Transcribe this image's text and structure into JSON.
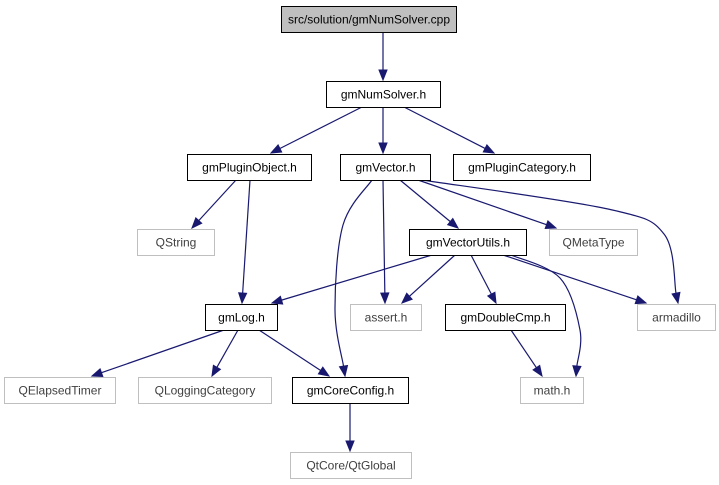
{
  "graph": {
    "colors": {
      "edge": "#191970",
      "root_fill": "#bfbfbf",
      "node_border": "#000000",
      "external_border": "#bfbfbf",
      "external_text": "#404040",
      "text": "#000000"
    },
    "nodes": [
      {
        "id": "root",
        "label": "src/solution/gmNumSolver.cpp",
        "kind": "root"
      },
      {
        "id": "gmNumSolver",
        "label": "gmNumSolver.h",
        "kind": "header"
      },
      {
        "id": "gmPluginObject",
        "label": "gmPluginObject.h",
        "kind": "header"
      },
      {
        "id": "gmVector",
        "label": "gmVector.h",
        "kind": "header"
      },
      {
        "id": "gmPluginCategory",
        "label": "gmPluginCategory.h",
        "kind": "header"
      },
      {
        "id": "QString",
        "label": "QString",
        "kind": "external"
      },
      {
        "id": "gmVectorUtils",
        "label": "gmVectorUtils.h",
        "kind": "header"
      },
      {
        "id": "QMetaType",
        "label": "QMetaType",
        "kind": "external"
      },
      {
        "id": "gmLog",
        "label": "gmLog.h",
        "kind": "header"
      },
      {
        "id": "assert",
        "label": "assert.h",
        "kind": "external"
      },
      {
        "id": "gmDoubleCmp",
        "label": "gmDoubleCmp.h",
        "kind": "header"
      },
      {
        "id": "armadillo",
        "label": "armadillo",
        "kind": "external"
      },
      {
        "id": "QElapsedTimer",
        "label": "QElapsedTimer",
        "kind": "external"
      },
      {
        "id": "QLoggingCategory",
        "label": "QLoggingCategory",
        "kind": "external"
      },
      {
        "id": "gmCoreConfig",
        "label": "gmCoreConfig.h",
        "kind": "header"
      },
      {
        "id": "math",
        "label": "math.h",
        "kind": "external"
      },
      {
        "id": "QtGlobal",
        "label": "QtCore/QtGlobal",
        "kind": "external"
      }
    ],
    "edges": [
      {
        "from": "root",
        "to": "gmNumSolver"
      },
      {
        "from": "gmNumSolver",
        "to": "gmPluginObject"
      },
      {
        "from": "gmNumSolver",
        "to": "gmVector"
      },
      {
        "from": "gmNumSolver",
        "to": "gmPluginCategory"
      },
      {
        "from": "gmPluginObject",
        "to": "QString"
      },
      {
        "from": "gmPluginObject",
        "to": "gmLog"
      },
      {
        "from": "gmVector",
        "to": "gmVectorUtils"
      },
      {
        "from": "gmVector",
        "to": "QMetaType"
      },
      {
        "from": "gmVector",
        "to": "armadillo"
      },
      {
        "from": "gmVector",
        "to": "assert"
      },
      {
        "from": "gmVector",
        "to": "gmCoreConfig"
      },
      {
        "from": "gmVectorUtils",
        "to": "gmLog"
      },
      {
        "from": "gmVectorUtils",
        "to": "assert"
      },
      {
        "from": "gmVectorUtils",
        "to": "gmDoubleCmp"
      },
      {
        "from": "gmVectorUtils",
        "to": "armadillo"
      },
      {
        "from": "gmVectorUtils",
        "to": "math"
      },
      {
        "from": "gmLog",
        "to": "QElapsedTimer"
      },
      {
        "from": "gmLog",
        "to": "QLoggingCategory"
      },
      {
        "from": "gmLog",
        "to": "gmCoreConfig"
      },
      {
        "from": "gmDoubleCmp",
        "to": "math"
      },
      {
        "from": "gmCoreConfig",
        "to": "QtGlobal"
      }
    ]
  }
}
